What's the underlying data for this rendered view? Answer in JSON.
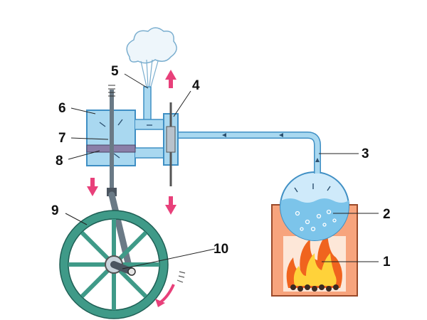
{
  "labels": [
    "1",
    "2",
    "3",
    "4",
    "5",
    "6",
    "7",
    "8",
    "9",
    "10"
  ],
  "colors": {
    "steam": "#a9d8f0",
    "steam_dark": "#3f8fc4",
    "water": "#7cc4ea",
    "furnace_brick": "#f7a47d",
    "furnace_outline": "#9a4a2a",
    "fire_dark": "#f0641e",
    "fire_light": "#ffd23a",
    "wheel": "#3f9a88",
    "wheel_dark": "#1f5f55",
    "rod": "#6a7a86",
    "arrow": "#e8407a",
    "piston": "#8a7fa8"
  },
  "components": [
    {
      "id": "furnace",
      "icon": "fire-icon"
    },
    {
      "id": "boiler",
      "icon": "water-sphere"
    },
    {
      "id": "steam-pipe",
      "icon": "pipe"
    },
    {
      "id": "slide-valve-rod",
      "icon": "rod"
    },
    {
      "id": "exhaust",
      "icon": "steam-cloud-icon"
    },
    {
      "id": "cylinder",
      "icon": "cylinder"
    },
    {
      "id": "piston",
      "icon": "piston"
    },
    {
      "id": "piston-rod",
      "icon": "rod"
    },
    {
      "id": "flywheel",
      "icon": "wheel-icon"
    },
    {
      "id": "crank",
      "icon": "crank"
    }
  ],
  "motion_arrows": [
    "up",
    "down",
    "down",
    "rotate"
  ]
}
